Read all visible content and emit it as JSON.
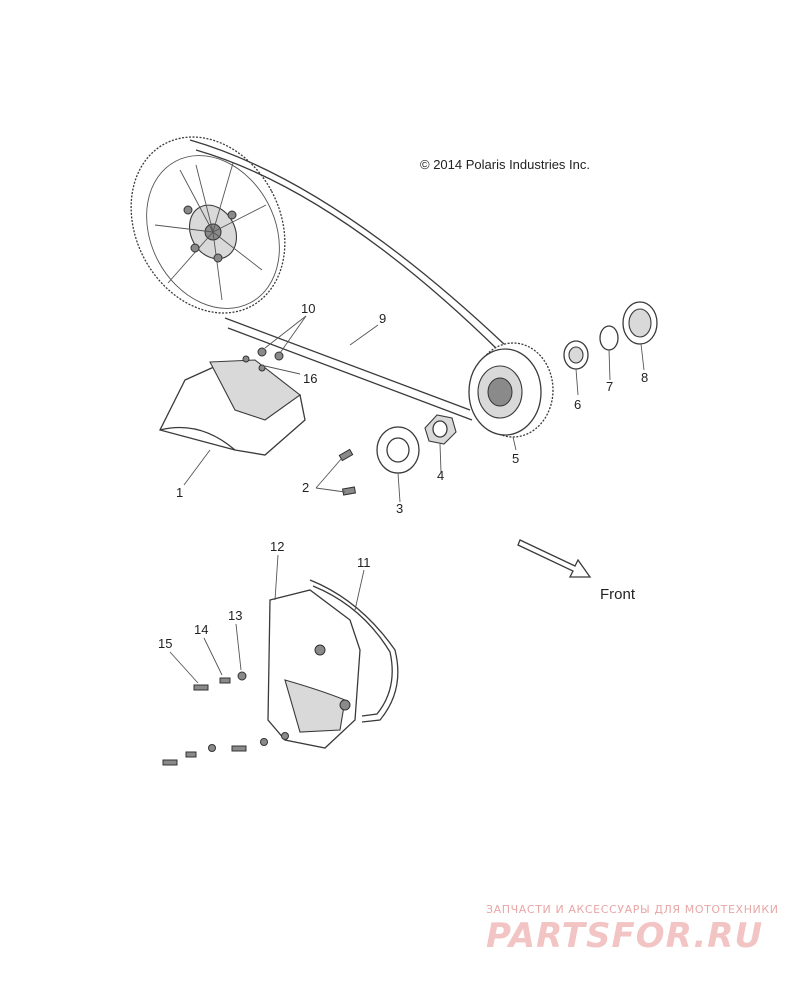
{
  "copyright": "© 2014 Polaris Industries Inc.",
  "direction_label": "Front",
  "callouts": [
    "1",
    "2",
    "3",
    "4",
    "5",
    "6",
    "7",
    "8",
    "9",
    "10",
    "11",
    "12",
    "13",
    "14",
    "15",
    "16"
  ],
  "watermark": {
    "tagline": "ЗАПЧАСТИ И АКСЕССУАРЫ ДЛЯ МОТОТЕХНИКИ",
    "logo": "PARTSFOR.RU"
  }
}
